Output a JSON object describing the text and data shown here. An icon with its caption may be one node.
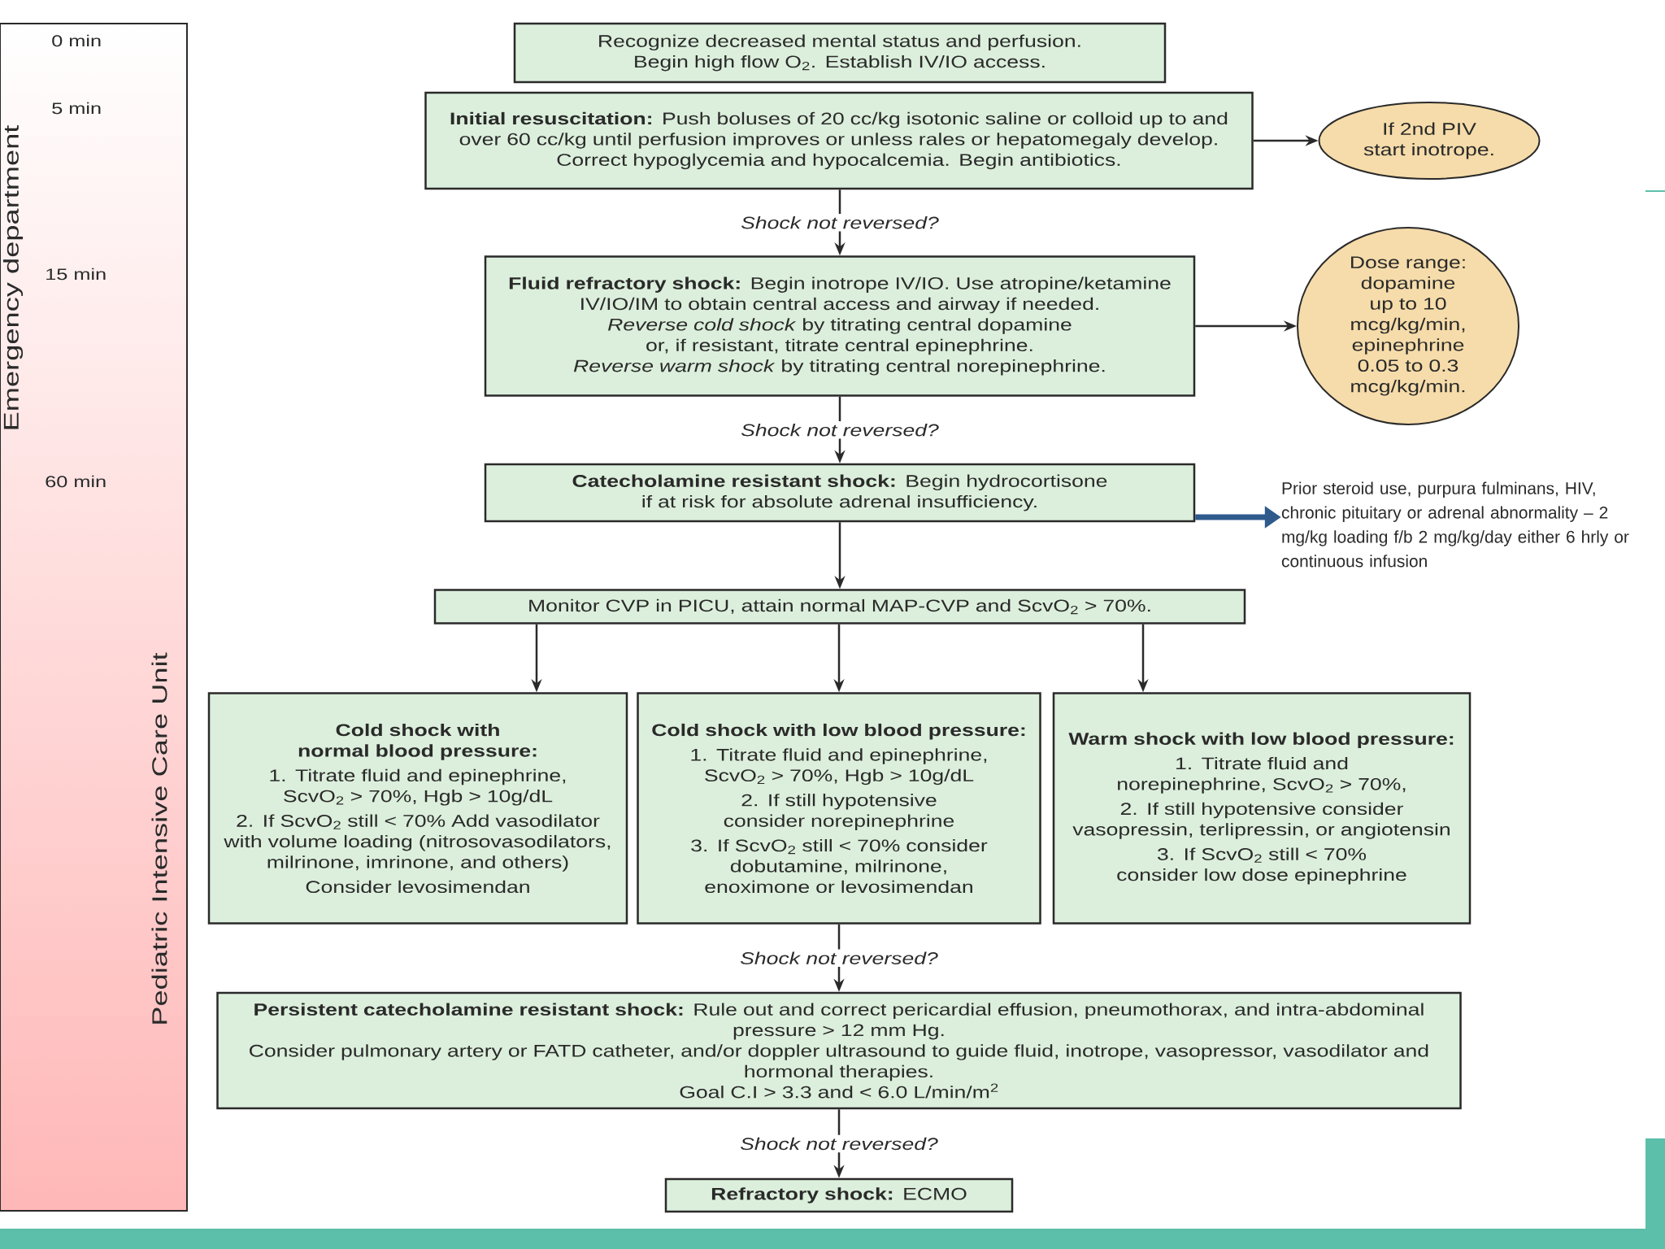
{
  "diagram": {
    "nodes": [
      {
        "text": [
          "Recognize decreased mental status and perfusion. Begin high flow O$_{2}$. Establish IV/IO access."
        ]
      },
      {
        "text": [
          "**Initial resuscitation:** Push boluses of 20 cc/kg isotonic saline or colloid up to and over 60 cc/kg until perfusion improves or unless rales or hepatomegaly develop.",
          "Correct hypoglycemia and hypocalcemia. Begin antibiotics."
        ]
      },
      {
        "text": [
          "If 2nd PIV start inotrope."
        ]
      },
      {
        "text": [
          "**Fluid refractory shock:** Begin inotrope IV/IO. Use atropine/ketamine IV/IO/IM to obtain central access and airway if needed.",
          "*Reverse cold shock* by titrating central dopamine or, if resistant, titrate central epinephrine.",
          "*Reverse warm shock* by titrating central norepinephrine."
        ]
      },
      {
        "text": [
          "Dose range: dopamine up to 10 mcg/kg/min, epinephrine 0.05 to 0.3 mcg/kg/min."
        ]
      },
      {
        "text": [
          "**Catecholamine resistant shock:** Begin hydrocortisone if at risk for absolute adrenal insufficiency."
        ]
      },
      {
        "text": [
          "Prior steroid use, purpura fulminans, HIV, chronic pituitary or adrenal abnormality – 2 mg/kg loading f/b 2 mg/kg/day either 6 hrly or continuous infusion"
        ]
      },
      {
        "text": [
          "Monitor CVP in PICU, attain normal MAP-CVP and ScvO$_{2}$ > 70%."
        ]
      },
      {
        "text": [
          "Cold shock with normal blood pressure:",
          "1. Titrate fluid and epinephrine, ScvO$_{2}$ > 70%, Hgb > 10g/dL",
          "2. If ScvO$_{2}$ still < 70% Add vasodilator with volume loading (nitrosovasodilators, milrinone, imrinone, and others)",
          "Consider levosimendan"
        ]
      },
      {
        "text": [
          "Cold shock with low blood pressure:",
          "1. Titrate fluid and epinephrine, ScvO$_{2}$ > 70%, Hgb > 10g/dL",
          "2. If still hypotensive consider norepinephrine",
          "3. If ScvO$_{2}$ still < 70% consider dobutamine, milrinone, enoximone or levosimendan"
        ]
      },
      {
        "text": [
          "Warm shock with low blood pressure:",
          "1. Titrate fluid and norepinephrine, ScvO$_{2}$ > 70%,",
          "2. If still hypotensive consider vasopressin, terlipressin, or angiotensin",
          "3. If ScvO$_{2}$ still < 70% consider low dose epinephrine"
        ]
      },
      {
        "text": [
          "**Persistent catecholamine resistant shock:** Rule out and correct pericardial effusion, pneumothorax, and intra-abdominal pressure > 12 mm Hg.",
          "Consider pulmonary artery or FATD catheter, and/or doppler ultrasound to guide fluid, inotrope, vasopressor, vasodilator and hormonal therapies.",
          "Goal C.I > 3.3 and < 6.0 L/min/m$^{2}$"
        ]
      },
      {
        "text": [
          "**Refractory shock:** ECMO"
        ]
      }
    ],
    "edges": [
      {
        "from": 1,
        "to": 2,
        "arrow": "to"
      },
      {
        "from": 1,
        "to": 3,
        "arrow": "to",
        "label": "Shock not reversed?"
      },
      {
        "from": 3,
        "to": 4,
        "arrow": "to"
      },
      {
        "from": 3,
        "to": 5,
        "arrow": "to",
        "label": "Shock not reversed?"
      },
      {
        "from": 5,
        "to": 6,
        "arrow": "to",
        "style": "thick",
        "color": "#2e5a8c"
      },
      {
        "from": 5,
        "to": 7,
        "arrow": "to"
      },
      {
        "from": 7,
        "to": 8,
        "arrow": "to"
      },
      {
        "from": 7,
        "to": 9,
        "arrow": "to"
      },
      {
        "from": 7,
        "to": 10,
        "arrow": "to"
      },
      {
        "from": 9,
        "to": 11,
        "arrow": "to",
        "label": "Shock not reversed?"
      },
      {
        "from": 11,
        "to": 12,
        "arrow": "to",
        "label": "Shock not reversed?"
      }
    ],
    "labels": [
      "Emergency department",
      "0 min",
      "5 min",
      "15 min",
      "60 min",
      "Pediatric Intensive Care Unit"
    ]
  }
}
